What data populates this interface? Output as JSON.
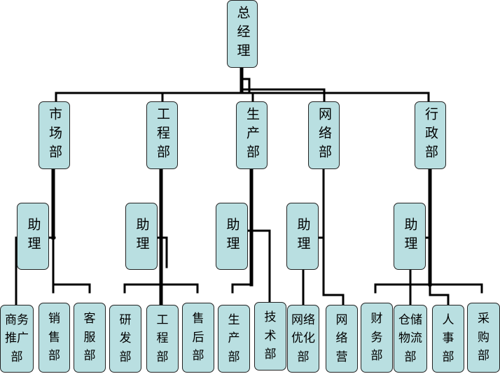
{
  "top": {
    "label": "总经理"
  },
  "departments": [
    {
      "key": "market",
      "label": "市场部",
      "assistant": "助理",
      "children": [
        "商务\n推广\n部",
        "销\n售\n部",
        "客\n服\n部"
      ]
    },
    {
      "key": "engineering",
      "label": "工程部",
      "assistant": "助理",
      "children": [
        "研\n发\n部",
        "工\n程\n部",
        "售\n后\n部"
      ]
    },
    {
      "key": "production",
      "label": "生产部",
      "assistant": "助理",
      "children": [
        "生\n产\n部",
        "技\n术\n部"
      ]
    },
    {
      "key": "network",
      "label": "网络部",
      "assistant": "助理",
      "children": [
        "网络\n优化\n部",
        "网\n络\n营"
      ]
    },
    {
      "key": "admin",
      "label": "行政部",
      "assistant": "助理",
      "children": [
        "财\n务\n部",
        "仓储\n物流\n部",
        "人\n事\n部",
        "采\n购\n部"
      ]
    }
  ],
  "colors": {
    "box_fill": "#b9dfe1",
    "box_border": "#222222",
    "line": "#000000"
  }
}
